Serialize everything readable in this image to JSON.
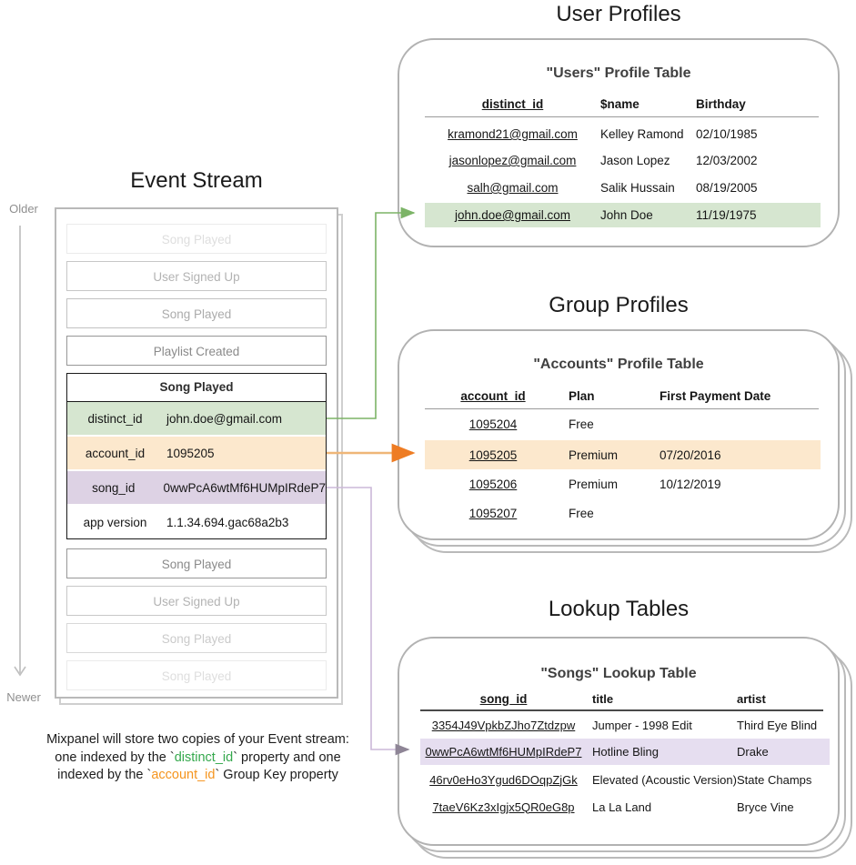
{
  "titles": {
    "event_stream": "Event Stream",
    "user_profiles": "User Profiles",
    "group_profiles": "Group Profiles",
    "lookup_tables": "Lookup Tables"
  },
  "axis": {
    "older": "Older",
    "newer": "Newer"
  },
  "event_stream": {
    "events_before": [
      {
        "label": "Song Played"
      },
      {
        "label": "User Signed Up"
      },
      {
        "label": "Song Played"
      },
      {
        "label": "Playlist Created"
      }
    ],
    "event_detail": {
      "title": "Song Played",
      "rows": [
        {
          "key": "distinct_id",
          "value": "john.doe@gmail.com",
          "highlight": "green"
        },
        {
          "key": "account_id",
          "value": "1095205",
          "highlight": "orange"
        },
        {
          "key": "song_id",
          "value": "0wwPcA6wtMf6HUMpIRdeP7",
          "highlight": "purple"
        },
        {
          "key": "app version",
          "value": "1.1.34.694.gac68a2b3",
          "highlight": "none"
        }
      ]
    },
    "events_after": [
      {
        "label": "Song Played"
      },
      {
        "label": "User Signed Up"
      },
      {
        "label": "Song Played"
      },
      {
        "label": "Song Played"
      }
    ],
    "caption": {
      "line1": "Mixpanel will store two copies of your Event stream:",
      "line2_pre": "one indexed by the `",
      "line2_key": "distinct_id",
      "line2_post": "` property and one",
      "line3_pre": "indexed by the `",
      "line3_key": "account_id",
      "line3_post": "` Group Key property"
    }
  },
  "users_table": {
    "title": "\"Users\" Profile Table",
    "columns": [
      "distinct_id",
      "$name",
      "Birthday"
    ],
    "rows": [
      [
        "kramond21@gmail.com",
        "Kelley Ramond",
        "02/10/1985"
      ],
      [
        "jasonlopez@gmail.com",
        "Jason Lopez",
        "12/03/2002"
      ],
      [
        "salh@gmail.com",
        "Salik Hussain",
        "08/19/2005"
      ],
      [
        "john.doe@gmail.com",
        "John Doe",
        "11/19/1975"
      ]
    ],
    "highlighted_row": "john.doe@gmail.com"
  },
  "accounts_table": {
    "title": "\"Accounts\" Profile Table",
    "columns": [
      "account_id",
      "Plan",
      "First Payment Date"
    ],
    "rows": [
      [
        "1095204",
        "Free",
        ""
      ],
      [
        "1095205",
        "Premium",
        "07/20/2016"
      ],
      [
        "1095206",
        "Premium",
        "10/12/2019"
      ],
      [
        "1095207",
        "Free",
        ""
      ]
    ],
    "highlighted_row": "1095205"
  },
  "songs_table": {
    "title": "\"Songs\" Lookup Table",
    "columns": [
      "song_id",
      "title",
      "artist"
    ],
    "rows": [
      [
        "3354J49VpkbZJho7Ztdzpw",
        "Jumper - 1998 Edit",
        "Third Eye Blind"
      ],
      [
        "0wwPcA6wtMf6HUMpIRdeP7",
        "Hotline Bling",
        "Drake"
      ],
      [
        "46rv0eHo3Ygud6DOqpZjGk",
        "Elevated (Acoustic Version)",
        "State Champs"
      ],
      [
        "7taeV6Kz3xIgjx5QR0eG8p",
        "La La Land",
        "Bryce Vine"
      ]
    ],
    "highlighted_row": "0wwPcA6wtMf6HUMpIRdeP7"
  },
  "colors": {
    "distinct_id_green": "#d6e6d0",
    "account_id_orange": "#fce8cd",
    "song_id_purple": "#ddd2e4",
    "songs_row_purple": "#e6def0",
    "arrow_green": "#7cb467",
    "arrow_orange": "#efb678",
    "arrow_orange_head": "#ee7c23",
    "arrow_purple": "#cbb8d8",
    "arrow_purple_head": "#8e8596",
    "caption_green": "#34a84c",
    "caption_orange": "#f5941d"
  }
}
